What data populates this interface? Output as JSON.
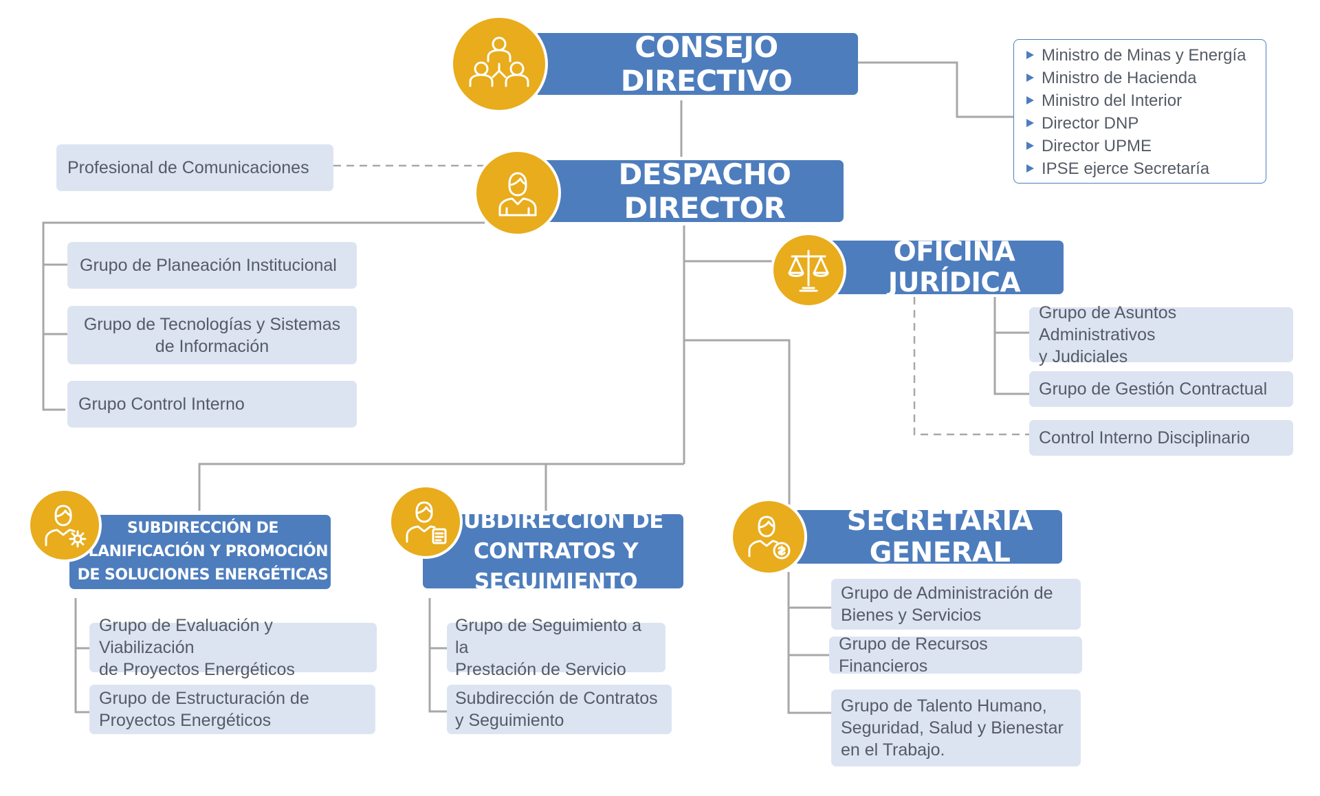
{
  "colors": {
    "header": "#4d7dbd",
    "box": "#dce4f2",
    "accent": "#e8ac1c",
    "line": "#a7a7a7"
  },
  "consejo": {
    "title": "CONSEJO DIRECTIVO",
    "icon": "group-people-icon"
  },
  "members": [
    "Ministro de Minas y Energía",
    "Ministro de Hacienda",
    "Ministro del Interior",
    "Director DNP",
    "Director UPME",
    "IPSE ejerce Secretaría"
  ],
  "despacho": {
    "title": "DESPACHO DIRECTOR",
    "icon": "person-icon"
  },
  "comunicaciones": "Profesional de Comunicaciones",
  "despacho_groups": [
    "Grupo de Planeación Institucional",
    "Grupo de Tecnologías y Sistemas\nde Información",
    "Grupo Control Interno"
  ],
  "juridica": {
    "title": "OFICINA JURÍDICA",
    "icon": "scales-icon",
    "groups": [
      "Grupo de Asuntos Administrativos\n y Judiciales",
      "Grupo de Gestión Contractual"
    ],
    "disciplinario": "Control Interno Disciplinario"
  },
  "planificacion": {
    "title": "SUBDIRECCIÓN DE\nPLANIFICACIÓN Y PROMOCIÓN\nDE SOLUCIONES ENERGÉTICAS",
    "icon": "person-gear-icon",
    "groups": [
      "Grupo de Evaluación y Viabilización\nde Proyectos Energéticos",
      "Grupo de Estructuración de\nProyectos Energéticos"
    ]
  },
  "contratos": {
    "title": "SUBDIRECCIÓN DE\nCONTRATOS Y SEGUIMIENTO",
    "icon": "person-document-icon",
    "groups": [
      "Grupo de Seguimiento a la\nPrestación de Servicio",
      " Subdirección de Contratos\ny Seguimiento"
    ]
  },
  "secretaria": {
    "title": "SECRETARÍA GENERAL",
    "icon": "person-coins-icon",
    "groups": [
      "Grupo de Administración de\nBienes y Servicios",
      "Grupo de Recursos Financieros",
      "Grupo de Talento Humano,\nSeguridad, Salud y Bienestar\nen el Trabajo."
    ]
  }
}
